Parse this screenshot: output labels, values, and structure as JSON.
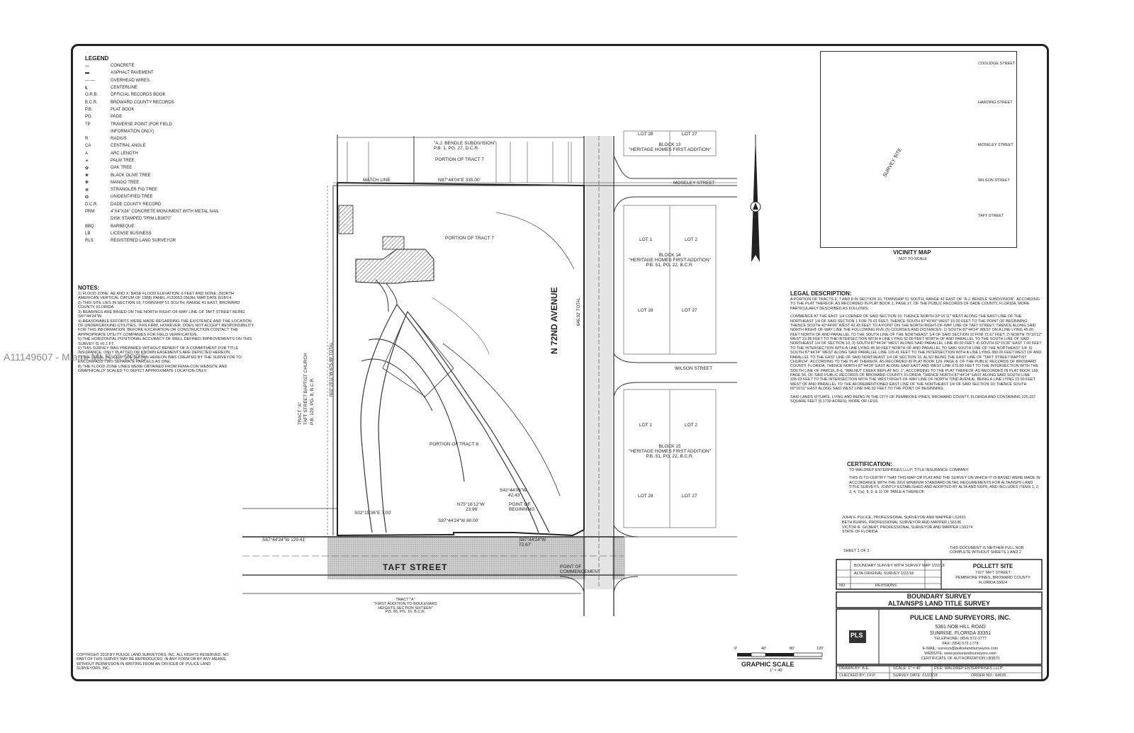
{
  "watermark": "A11149607 - Miami MLS © 2025",
  "legend": {
    "title": "LEGEND",
    "items": [
      {
        "sym": "▭",
        "desc": "CONCRETE"
      },
      {
        "sym": "▬",
        "desc": "ASPHALT PAVEMENT"
      },
      {
        "sym": "—·—",
        "desc": "OVERHEAD WIRES"
      },
      {
        "sym": "℄",
        "desc": "CENTERLINE"
      },
      {
        "sym": "O.R.B.",
        "desc": "OFFICIAL RECORDS BOOK"
      },
      {
        "sym": "B.C.R.",
        "desc": "BROWARD COUNTY RECORDS"
      },
      {
        "sym": "P.B.",
        "desc": "PLAT BOOK"
      },
      {
        "sym": "PG.",
        "desc": "PAGE"
      },
      {
        "sym": "TP",
        "desc": "TRAVERSE POINT (FOR FIELD"
      },
      {
        "sym": "",
        "desc": "INFORMATION ONLY)"
      },
      {
        "sym": "R",
        "desc": "RADIUS"
      },
      {
        "sym": "CA",
        "desc": "CENTRAL ANGLE"
      },
      {
        "sym": "A",
        "desc": "ARC LENGTH"
      },
      {
        "sym": "✳",
        "desc": "PALM TREE"
      },
      {
        "sym": "✿",
        "desc": "OAK TREE"
      },
      {
        "sym": "❀",
        "desc": "BLACK OLIVE TREE"
      },
      {
        "sym": "✾",
        "desc": "MANGO TREE"
      },
      {
        "sym": "❁",
        "desc": "STRANGLER FIG TREE"
      },
      {
        "sym": "❂",
        "desc": "UNIDENTIFIED TREE"
      },
      {
        "sym": "D.C.R.",
        "desc": "DADE COUNTY RECORD"
      },
      {
        "sym": "PRM",
        "desc": "4\"X4\"X24\" CONCRETE MONUMENT WITH METAL NAIL"
      },
      {
        "sym": "",
        "desc": "DISK STAMPED \"PRM LB3870\""
      },
      {
        "sym": "BBQ",
        "desc": "BARBEQUE"
      },
      {
        "sym": "LB",
        "desc": "LICENSE BUSINESS"
      },
      {
        "sym": "RLS",
        "desc": "REGISTERED LAND SURVEYOR"
      }
    ]
  },
  "notes": {
    "title": "NOTES:",
    "items": [
      "1) FLOOD ZONE: AE AND X; BASE FLOOD ELEVATION: 6 FEET AND NONE; (NORTH AMERICAN VERTICAL DATUM OF 1988) PANEL #120053 0563H; MAP DATE 8/18/14.",
      "2) THIS SITE LIES IN SECTION 10, TOWNSHIP 51 SOUTH, RANGE 41 EAST, BROWARD COUNTY, FLORIDA.",
      "3) BEARINGS ARE BASED ON THE NORTH RIGHT-OF-WAY LINE OF TAFT STREET BEING S87°44'24\"W.",
      "4) REASONABLE EFFORTS WERE MADE REGARDING THE EXISTENCE AND THE LOCATION OF UNDERGROUND UTILITIES. THIS FIRM, HOWEVER, DOES NOT ACCEPT RESPONSIBILITY FOR THIS INFORMATION. BEFORE EXCAVATION OR CONSTRUCTION CONTACT THE APPROPRIATE UTILITY COMPANIES FOR FIELD VERIFICATION.",
      "5) THE HORIZONTAL POSITIONAL ACCURACY OF WELL DEFINED IMPROVEMENTS ON THIS SURVEY IS ±0.1 FT.",
      "6) THIS SURVEY WAS PREPARED WITHOUT BENEFIT OF A COMMITMENT FOR TITLE INSURANCE. ONLY PLATTED OR KNOWN EASEMENTS ARE DEPICTED HEREON.",
      "7) THE LEGAL DESCRIPTION SHOWN HEREON WAS CREATED BY THE SURVEYOR TO ENCOMPASS TWO SEPARATE PARCELS AS ONE.",
      "8) THE FLOOD ZONE LINES WERE OBTAINED FROM FEMA-CON WEBSITE AND GRAPHICALLY SCALED TO DEPICT APPROXIMATE LOCATION ONLY."
    ]
  },
  "legal": {
    "title": "LEGAL DESCRIPTION:",
    "paragraphs": [
      "A PORTION OF TRACTS 6, 7 AND 8 IN SECTION 10, TOWNSHIP 51 SOUTH, RANGE 41 EAST OF \"A.J. BENDLE SUBDIVISION\", ACCORDING TO THE PLAT THEREOF, AS RECORDED IN PLAT BOOK 1, PAGE 27, OF THE PUBLIC RECORDS OF DADE COUNTY, FLORIDA, MORE PARTICULARLY DESCRIBED AS FOLLOWS:",
      "COMMENCE AT THE EAST 1/4 CORNER OF SAID SECTION 10; THENCE NORTH 02°16'11\" WEST ALONG THE EAST LINE OF THE NORTHEAST 1/4 OF SAID SECTION 1 FOR 75.01 FEET; THENCE SOUTH 87°43'49\" WEST 15.00 FEET TO THE POINT OF BEGINNING; THENCE SOUTH 42°44'06\" WEST 42.43 FEET TO A POINT ON THE NORTH RIGHT-OF-WAY LINE OF TAFT STREET; THENCE ALONG SAID NORTH RIGHT-OF-WAY LINE THE FOLLOWING FIVE (5) COURSES AND DISTANCES: 1) SOUTH 87°44'24\" WEST ON A LINE LYING 45.00 FEET NORTH OF AND PARALLEL TO THE SOUTH LINE OF THE NORTHEAST 1/4 OF SAID SECTION 10 FOR 72.67 FEET; 2) NORTH 75°16'12\" WEST 23.96 FEET TO THE INTERSECTION WITH A LINE LYING 52.00 FEET NORTH OF AND PARALLEL TO THE SOUTH LINE OF SAID NORTHEAST 1/4 OF SECTION 10; 3) SOUTH 87°44'24\" WEST ALONG SAID PARALLEL LINE 80.00 FEET; 4) SOUTH 02°15'36\" EAST 7.00 FEET TO THE INTERSECTION WITH A LINE LYING 45.00 FEET NORTH OF AND PARALLEL TO SAID SOUTH LINE OF THE NORTHEAST 1/4; 5) SOUTH 87°44'24\" WEST ALONG SAID PARALLEL LINE 129.41 FEET TO THE INTERSECTION WITH A LINE LYING 380.00 FEET WEST OF AND PARALLEL TO THE EAST LINE OF SAID NORTHEAST 1/4 OF SECTION 10, ALSO BEING THE EAST LINE OF \"TAFT STREET BAPTIST CHURCH\", ACCORDING TO THE PLAT THEREOF, AS RECORDED IN PLAT BOOK 129, PAGE 8, OF THE PUBLIC RECORDS OF BROWARD COUNTY, FLORIDA; THENCE NORTH 87°44'24\" EAST ALONG SAID EAST AND WEST LINE 675.89 FEET TO THE INTERSECTION WITH THE SOUTH LINE OF PARCEL B-6, \"WALNUT CREEK REPLAT NO. 1\", ACCORDING TO THE PLAT THEREOF, AS RECORDED IN PLAT BOOK 168, PAGE 56, OF SAID PUBLIC RECORDS OF BROWARD COUNTY, FLORIDA; THENCE NORTH 87°44'24\" EAST ALONG SAID SOUTH LINE 335.03 FEET TO THE INTERSECTION WITH THE WEST RIGHT-OF-WAY LINE OF NORTH 72ND AVENUE, BEING A LINE LYING 15.00 FEET WEST OF AND PARALLEL TO THE AFOREMENTIONED EAST LINE OF THE NORTHEAST 1/4 OF SAID SECTION 10; THENCE SOUTH 02°16'11\" EAST ALONG SAID WEST LINE 646.92 FEET TO THE POINT OF BEGINNING.",
      "SAID LANDS SITUATE, LYING AND BEING IN THE CITY OF PEMBROKE PINES, BROWARD COUNTY, FLORIDA AND CONTAINING 225,337 SQUARE FEET (5.1730 ACRES), MORE OR LESS."
    ]
  },
  "certification": {
    "title": "CERTIFICATION:",
    "to": "TO WALDREP ENTERPRISES LLLP; TITLE INSURANCE COMPANY:",
    "body": "THIS IS TO CERTIFY THAT THIS MAP OR PLAT AND THE SURVEY ON WHICH IT IS BASED WERE MADE IN ACCORDANCE WITH THE 2016 MINIMUM STANDARD DETAIL REQUIREMENTS FOR ALTA/NSPS LAND TITLE SURVEYS, JOINTLY ESTABLISHED AND ADOPTED BY ALTA AND NSPS, AND INCLUDES ITEMS 1, 2, 3, 4, 7(a), 8, 9, & 11 OF TABLE A THEREOF.",
    "signers": [
      "JOHN F. PULICE, PROFESSIONAL SURVEYOR AND MAPPER LS2691",
      "BETH BURNS, PROFESSIONAL SURVEYOR AND MAPPER LS6136",
      "VICTOR R. GILBERT, PROFESSIONAL SURVEYOR AND MAPPER LS6274",
      "STATE OF FLORIDA"
    ]
  },
  "vicinity": {
    "title": "VICINITY MAP",
    "subtitle": "NOT TO SCALE",
    "streets": [
      "COOLIDGE STREET",
      "HARDING STREET",
      "MOSELEY STREET",
      "WILSON STREET",
      "TAFT STREET"
    ],
    "site_label": "SURVEY SITE"
  },
  "sheet": {
    "sheet_no": "SHEET 1 OF 2",
    "disclaimer": "THIS DOCUMENT IS NEITHER FULL NOR COMPLETE WITHOUT SHEETS 1 AND 2"
  },
  "title_block": {
    "project": "POLLETT SITE",
    "address1": "7327 TAFT STREET",
    "address2": "PEMBROKE PINES, BROWARD COUNTY",
    "address3": "FLORIDA 33024",
    "rev_head_no": "NO.",
    "rev_head_desc": "REVISIONS",
    "revisions": [
      "BOUNDARY SURVEY WITH SURVEY MAP 1/22/18",
      "ALTA ORIGINAL SURVEY 1/22/18"
    ],
    "survey_type1": "BOUNDARY SURVEY",
    "survey_type2": "ALTA/NSPS LAND TITLE SURVEY",
    "logo": "PLS",
    "company": "PULICE LAND SURVEYORS, INC.",
    "addr1": "5381 NOB HILL ROAD",
    "addr2": "SUNRISE, FLORIDA 33351",
    "phone": "TELEPHONE: (954) 572-1777",
    "fax": "FAX: (954) 572-1778",
    "email": "E-MAIL: surveys@pulicelandsurveyors.com",
    "web": "WEBSITE: www.pulicelandsurveyors.com",
    "cert": "CERTIFICATE OF AUTHORIZATION LB3870",
    "drawn": "DRAWN BY: B.E.",
    "scale": "SCALE: 1\" = 40'",
    "file": "FILE: WALDREP ENTERPRISES LLLP",
    "checked": "CHECKED BY: J.F.P.",
    "survey_date": "SURVEY DATE: 01/23/18",
    "order": "ORDER NO.: 64636"
  },
  "scale": {
    "ticks": [
      "0'",
      "40'",
      "80'",
      "120'"
    ],
    "title": "GRAPHIC SCALE",
    "sub": "1\" = 40'"
  },
  "plan": {
    "bendle": [
      "\"A.J. BENDLE SUBDIVISION\"",
      "P.B. 1, PG. 27, D.C.R."
    ],
    "tract7_top": "PORTION OF TRACT 7",
    "tract7": "PORTION OF TRACT 7",
    "tract8": "PORTION OF TRACT 8",
    "match_line": "MATCH LINE",
    "north_line": "N87°44'04\"E 335.00'",
    "east_line": "646.92' TOTAL",
    "west_line": "N02°15'11\"W 675.89' TOTAL",
    "avenue": "N 72ND AVENUE",
    "taft": "TAFT STREET",
    "moseley": "MOSELEY STREET",
    "wilson": "WILSON STREET",
    "church": [
      "TRACT \"A\"",
      "TAFT STREET BAPTIST CHURCH",
      "P.B. 129, PG. 8, B.C.R."
    ],
    "block13": [
      "BLOCK 13",
      "\"HERITAGE HOMES FIRST ADDITION\""
    ],
    "block14": [
      "BLOCK 14",
      "\"HERITAGE HOMES FIRST ADDITION\"",
      "P.B. 51, PG. 22, B.C.R."
    ],
    "block15": [
      "BLOCK 15",
      "\"HERITAGE HOMES FIRST ADDITION\"",
      "P.B. 51, PG. 22, B.C.R."
    ],
    "lots": {
      "lot1": "LOT 1",
      "lot2": "LOT 2",
      "lot27": "LOT 27",
      "lot28": "LOT 28"
    },
    "tract_a_south": [
      "TRACT \"A\"",
      "\"FIRST ADDITION TO BOULEVARD",
      "HEIGHTS SECTION SIXTEEN\"",
      "P.B. 66, PG. 16, B.C.R."
    ],
    "c1": "N75°16'12\"W",
    "c1b": "23.96'",
    "c2": "S42°44'06\"W",
    "c2b": "42.43'",
    "c3": "S02°15'36\"E 7.00'",
    "c4": "S87°44'24\"W 80.00'",
    "c5": "S87°44'24\"W 129.41'",
    "c6": "S87°44'24\"W",
    "c6b": "72.67'",
    "pob": [
      "POINT OF",
      "BEGINNING"
    ],
    "poc": [
      "POINT OF",
      "COMMENCEMENT"
    ]
  },
  "copyright": "COPYRIGHT 2018 BY PULICE LAND SURVEYORS, INC. ALL RIGHTS RESERVED. NO PART OF THIS SURVEY MAY BE REPRODUCED, IN ANY FORM OR BY ANY MEANS, WITHOUT PERMISSION IN WRITING FROM AN OFFICER OF PULICE LAND SURVEYORS, INC."
}
